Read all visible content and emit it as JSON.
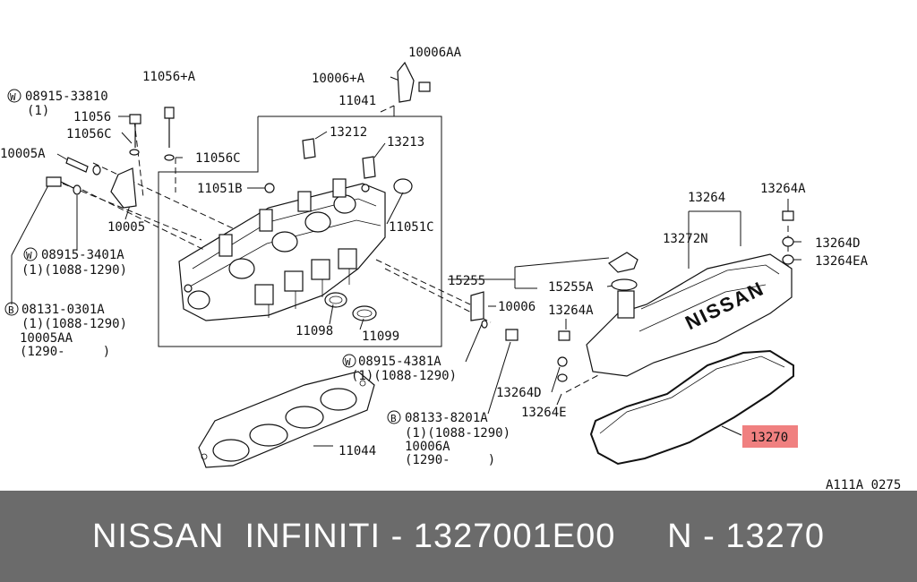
{
  "diagram": {
    "callouts": {
      "c10006AA": "10006AA",
      "c10006A_plus": "10006+A",
      "c11056A_plus": "11056+A",
      "c08915_33810": "08915-33810",
      "c08915_33810_qty": "(1)",
      "c11041": "11041",
      "c11056": "11056",
      "c11056C_a": "11056C",
      "c13212": "13212",
      "c13213": "13213",
      "c10005A": "10005A",
      "c11056C_b": "11056C",
      "c11051B": "11051B",
      "c10005": "10005",
      "c11051C": "11051C",
      "c08915_3401A": "08915-3401A",
      "c08915_3401A_qty": "(1)(1088-1290)",
      "c13264": "13264",
      "c13264A_top": "13264A",
      "c13272N": "13272N",
      "c13264D_top": "13264D",
      "c13264EA": "13264EA",
      "c15255": "15255",
      "c15255A": "15255A",
      "c10006": "10006",
      "c13264A_mid": "13264A",
      "c08131_0301A": "08131-0301A",
      "c08131_0301A_qty": "(1)(1088-1290)",
      "c10005AA": "10005AA",
      "c10005AA_range": "(1290-     )",
      "c11098": "11098",
      "c11099": "11099",
      "c08915_4381A": "08915-4381A",
      "c08915_4381A_qty": "(1)(1088-1290)",
      "c13264D_bot": "13264D",
      "c13264E": "13264E",
      "c08133_8201A": "08133-8201A",
      "c08133_8201A_qty": "(1)(1088-1290)",
      "c10006A": "10006A",
      "c10006A_range": "(1290-     )",
      "c11044": "11044",
      "c13270": "13270",
      "ref_code": "A111A 0275"
    },
    "badges": {
      "w": "W",
      "b": "B"
    },
    "valve_cover_logo": "NISSAN",
    "highlight_color": "#f08080"
  },
  "footer": {
    "text": "NISSAN  INFINITI - 1327001E00     N - 13270",
    "background": "#6b6b6b",
    "color": "#ffffff"
  }
}
